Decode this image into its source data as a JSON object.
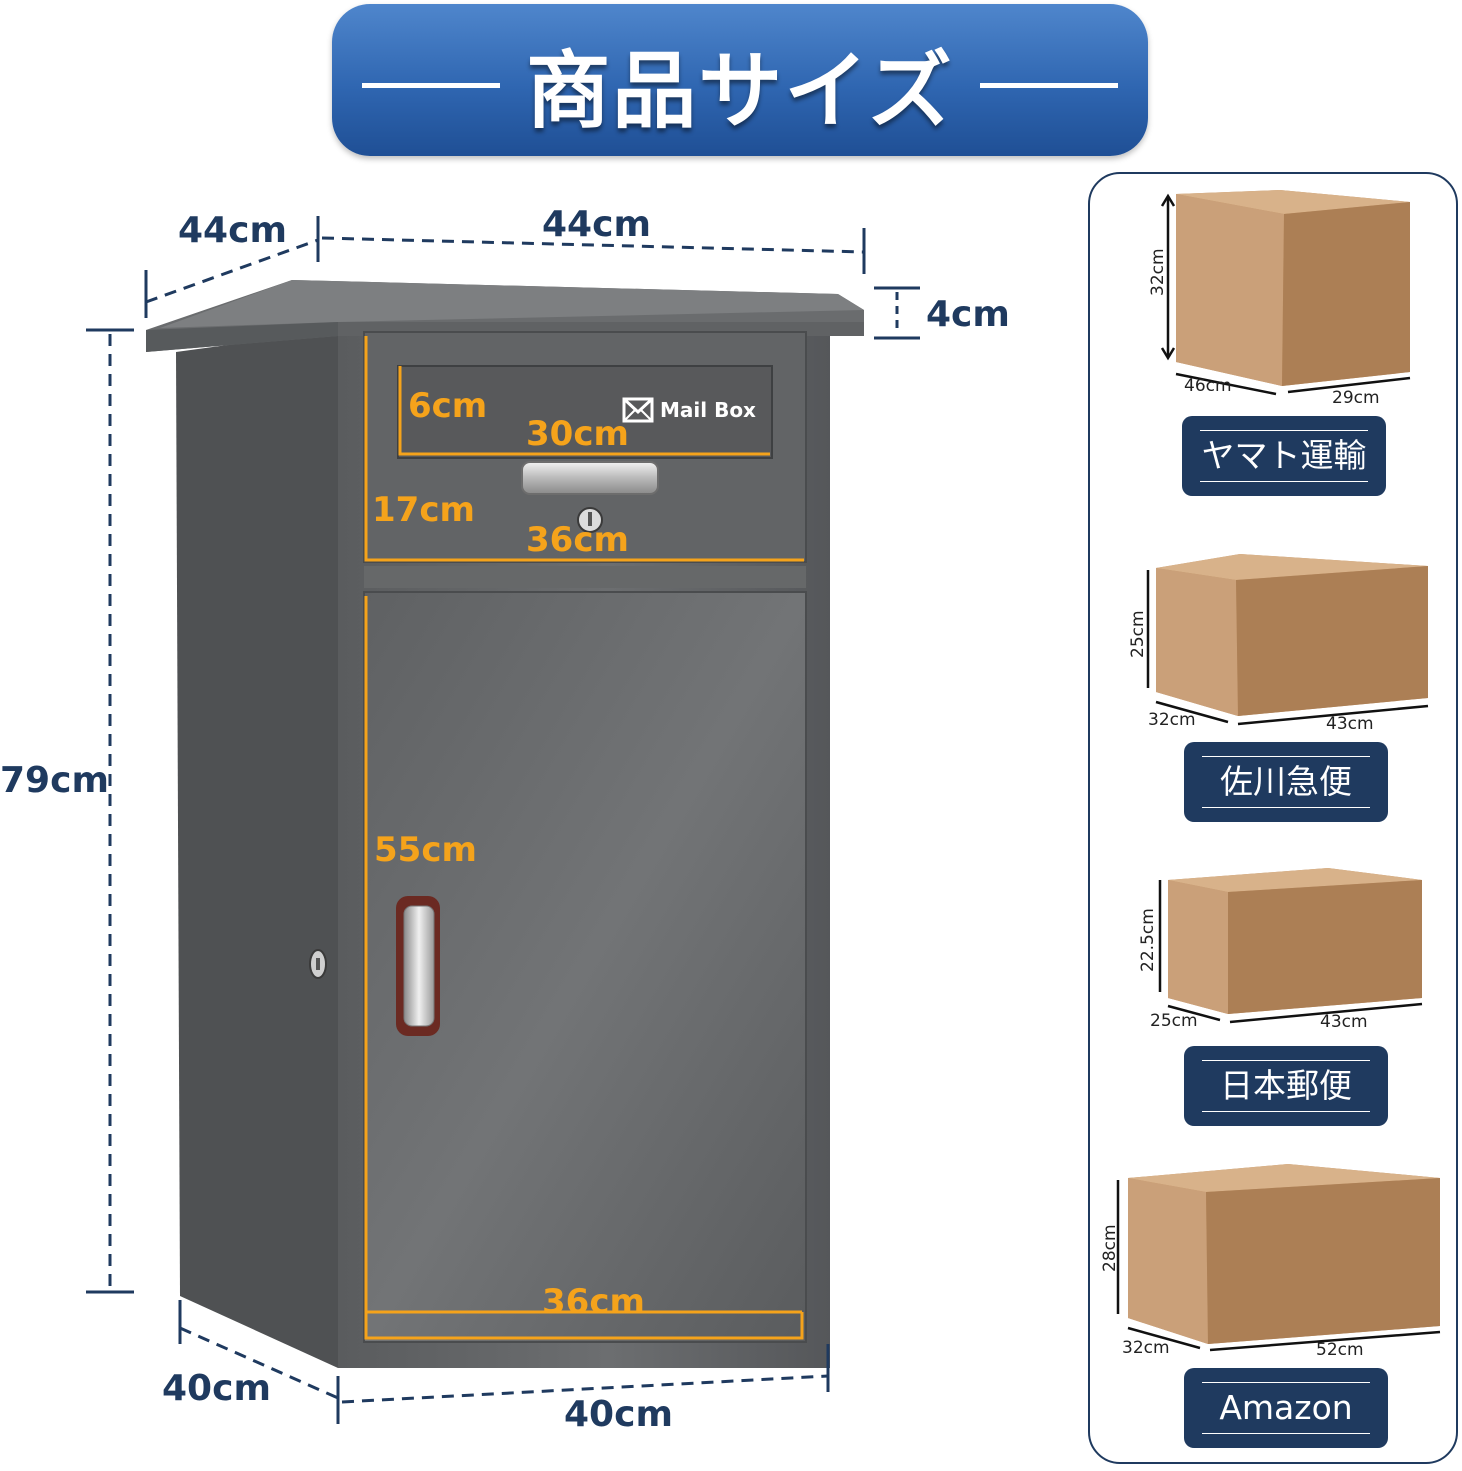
{
  "header": {
    "title": "商品サイズ"
  },
  "product": {
    "label": "Mail Box",
    "dims": {
      "top_depth": "44cm",
      "top_width": "44cm",
      "roof_height": "4cm",
      "total_height": "79cm",
      "slot_height": "6cm",
      "slot_width": "30cm",
      "drawer_height": "17cm",
      "drawer_width": "36cm",
      "door_height": "55cm",
      "door_width": "36cm",
      "base_depth": "40cm",
      "base_width": "40cm"
    }
  },
  "carriers": [
    {
      "name": "ヤマト運輸",
      "height": "32cm",
      "depth": "46cm",
      "width": "29cm"
    },
    {
      "name": "佐川急便",
      "height": "25cm",
      "depth": "32cm",
      "width": "43cm"
    },
    {
      "name": "日本郵便",
      "height": "22.5cm",
      "depth": "25cm",
      "width": "43cm"
    },
    {
      "name": "Amazon",
      "height": "28cm",
      "depth": "32cm",
      "width": "52cm"
    }
  ],
  "colors": {
    "navy": "#1f3a5f",
    "orange": "#f5a31b",
    "body_gray": "#5e6062",
    "box_kraft": "#c19468"
  }
}
